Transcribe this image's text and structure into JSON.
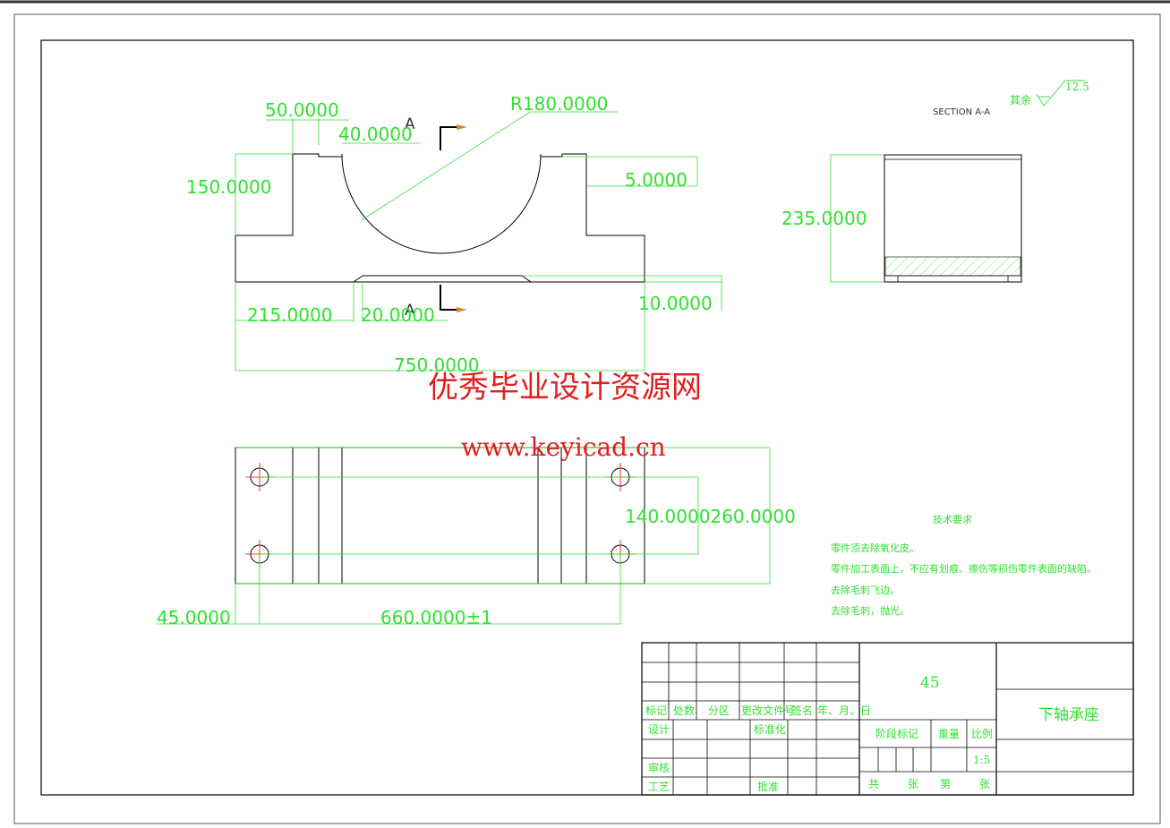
{
  "dimensions": {
    "d50": "50.0000",
    "r180": "R180.0000",
    "d40": "40.0000",
    "d150": "150.0000",
    "d5": "5.0000",
    "d235": "235.0000",
    "d215": "215.0000",
    "d20": "20.0000",
    "d10": "10.0000",
    "d750": "750.0000",
    "d140_260": "140.0000260.0000",
    "d45": "45.0000",
    "d660": "660.0000±1"
  },
  "section_marks": {
    "top": "A",
    "bottom": "A"
  },
  "section_view": {
    "title": "SECTION A-A"
  },
  "roughness": {
    "label": "其余",
    "value": "12.5"
  },
  "watermark": {
    "title": "优秀毕业设计资源网",
    "url": "www.keyicad.cn"
  },
  "tech_requirements": {
    "heading": "技术要求",
    "items": [
      "零件须去除氧化皮。",
      "零件加工表面上，不应有划痕、擦伤等损伤零件表面的缺陷。",
      "去除毛刺飞边。",
      "去除毛刺，抛光。"
    ]
  },
  "title_block": {
    "material": "45",
    "part_name": "下轴承座",
    "headers": [
      "标记",
      "处数",
      "分区",
      "更改文件号",
      "签名",
      "年、月、日"
    ],
    "design": "设计",
    "standardization": "标准化",
    "review": "审核",
    "process": "工艺",
    "approve": "批准",
    "stage_mark": "阶段标记",
    "weight": "重量",
    "scale_label": "比例",
    "scale_value": "1:5",
    "total": "共",
    "sheets": "张",
    "sheet_no": "第",
    "sheet": "张"
  },
  "colors": {
    "geometry": "#000000",
    "dimension": "#2fe12f",
    "centerline": "#ff0000",
    "watermark": "#e11f1f",
    "section_arrow": "#d08a2a"
  }
}
